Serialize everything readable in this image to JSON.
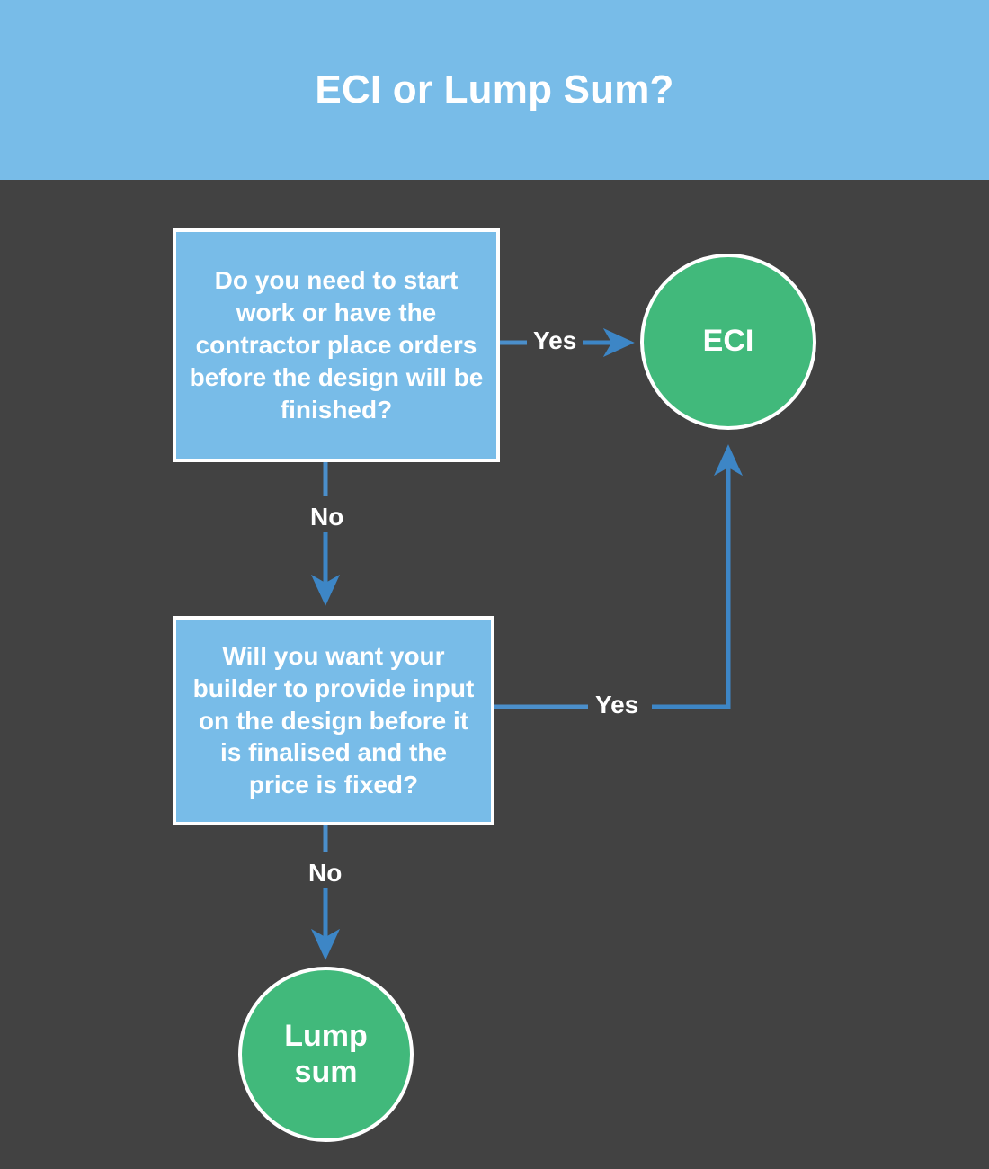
{
  "header": {
    "title": "ECI or Lump Sum?",
    "background_color": "#78bce8",
    "text_color": "#ffffff"
  },
  "canvas": {
    "background_color": "#424242"
  },
  "theme": {
    "decision_fill": "#78bce8",
    "decision_border": "#ffffff",
    "terminal_fill": "#41b97b",
    "terminal_border": "#ffffff",
    "edge_color": "#3d86c6",
    "edge_color_light": "#5b9bd5",
    "label_color": "#ffffff"
  },
  "nodes": {
    "decision_1": {
      "id": "decision-1",
      "type": "decision",
      "text": "Do you need to start work or have the contractor place orders before the design will be finished?"
    },
    "decision_2": {
      "id": "decision-2",
      "type": "decision",
      "text": "Will you want your builder to provide input on the design before it is finalised and the price is fixed?"
    },
    "terminal_eci": {
      "id": "terminal-eci",
      "type": "terminal",
      "text": "ECI"
    },
    "terminal_lump": {
      "id": "terminal-lump",
      "type": "terminal",
      "line1": "Lump",
      "line2": "sum",
      "text": "Lump sum"
    }
  },
  "edges": [
    {
      "id": "edge-d1-yes",
      "from": "decision-1",
      "to": "terminal-eci",
      "label": "Yes",
      "direction": "right"
    },
    {
      "id": "edge-d1-no",
      "from": "decision-1",
      "to": "decision-2",
      "label": "No",
      "direction": "down"
    },
    {
      "id": "edge-d2-yes",
      "from": "decision-2",
      "to": "terminal-eci",
      "label": "Yes",
      "direction": "right-up"
    },
    {
      "id": "edge-d2-no",
      "from": "decision-2",
      "to": "terminal-lump",
      "label": "No",
      "direction": "down"
    }
  ]
}
